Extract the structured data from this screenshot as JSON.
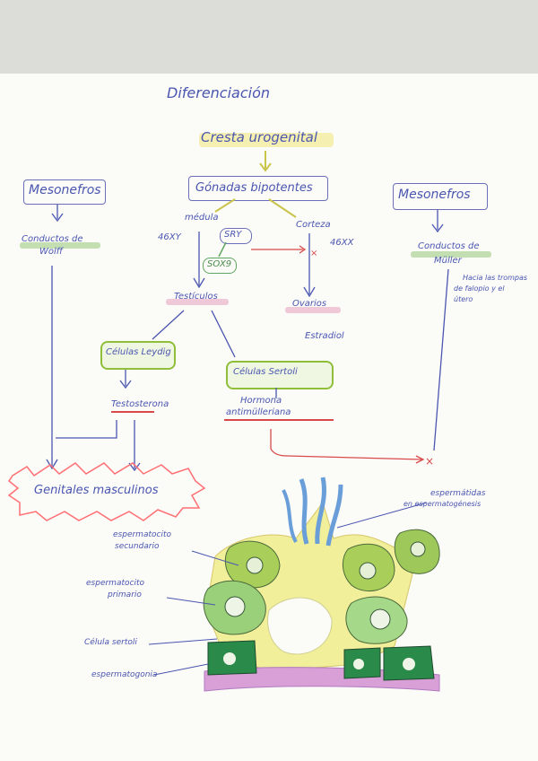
{
  "title": "Diferenciación",
  "cresta": "Cresta urogenital",
  "gonadas": "Gónadas bipotentes",
  "medula": "médula",
  "corteza": "Corteza",
  "karyotype_m": "46XY",
  "karyotype_f": "46XX",
  "sry": "SRY",
  "sox9": "SOX9",
  "testiculos": "Testículos",
  "ovarios": "Ovarios",
  "estradiol": "Estradiol",
  "mesonefros_left": "Mesonefros",
  "mesonefros_right": "Mesonefros",
  "wolff_line1": "Conductos de",
  "wolff_line2": "Wolff",
  "muller_line1": "Conductos de",
  "muller_line2": "Müller",
  "muller_note_line1": "Hacia las trompas",
  "muller_note_line2": "de falopio y el",
  "muller_note_line3": "útero",
  "leydig": "Células Leydig",
  "sertoli": "Células Sertoli",
  "testosterona": "Testosterona",
  "hormona_line1": "Hormona",
  "hormona_line2": "antimülleriana",
  "genitales": "Genitales masculinos",
  "espermatidas_line1": "espermátidas",
  "espermatidas_line2": "en espermatogénesis",
  "esp_sec_line1": "espermatocito",
  "esp_sec_line2": "secundario",
  "esp_prim_line1": "espermatocito",
  "esp_prim_line2": "primario",
  "celula_sertoli": "Célula sertoli",
  "espermatogonia": "espermatogonia",
  "colors": {
    "ink_blue": "#4a56b0",
    "highlight_green": "#8fbf3a",
    "highlight_pink": "#e6a0be",
    "highlight_yellow": "#f0e678",
    "red": "#d84a4a"
  }
}
